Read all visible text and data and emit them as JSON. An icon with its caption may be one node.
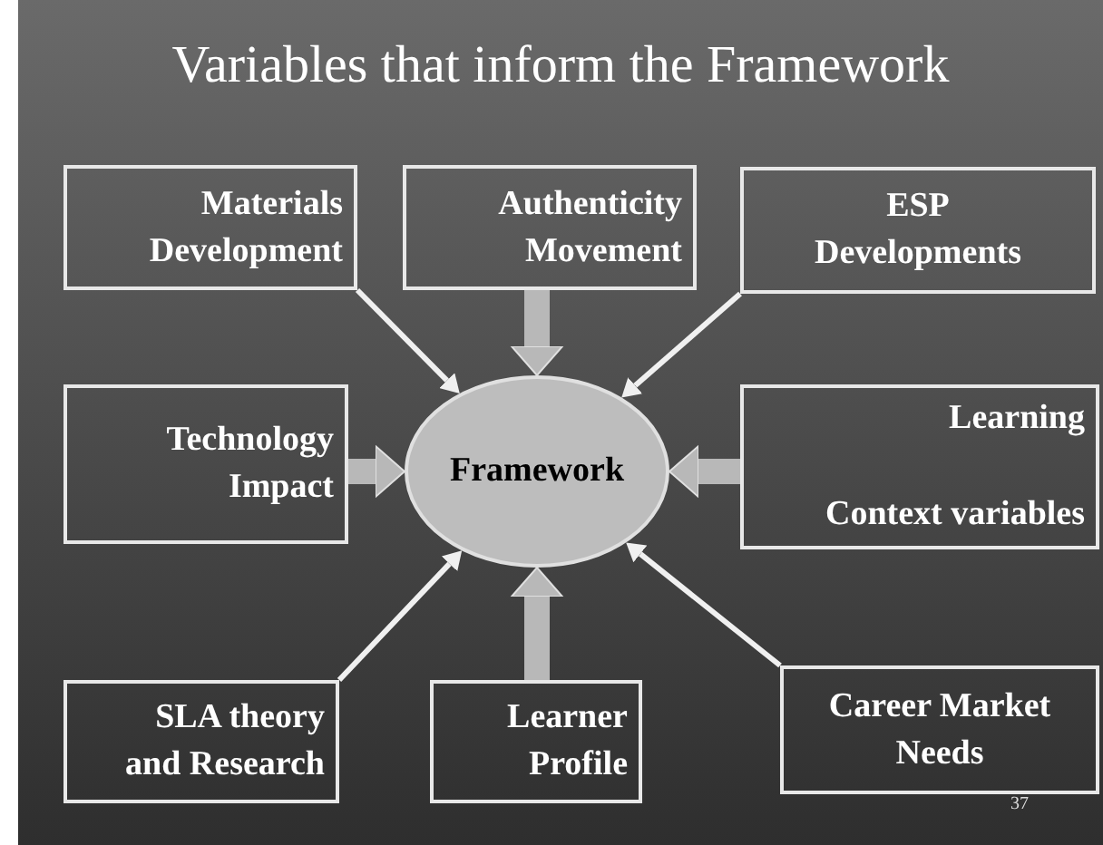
{
  "diagram": {
    "title": "Variables that inform the Framework",
    "nodes": [
      {
        "text": [
          "Materials Development"
        ]
      },
      {
        "text": [
          "Authenticity Movement"
        ]
      },
      {
        "text": [
          "ESP Developments"
        ]
      },
      {
        "text": [
          "Technology Impact"
        ]
      },
      {
        "text": [
          "Framework"
        ]
      },
      {
        "text": [
          "Learning",
          "Context variables"
        ]
      },
      {
        "text": [
          "SLA theory and Research"
        ]
      },
      {
        "text": [
          "Learner Profile"
        ]
      },
      {
        "text": [
          "Career Market Needs"
        ]
      }
    ],
    "edges": [
      {
        "from": 0,
        "to": 4,
        "arrow": "to"
      },
      {
        "from": 1,
        "to": 4,
        "arrow": "to",
        "style": "thick"
      },
      {
        "from": 2,
        "to": 4,
        "arrow": "to"
      },
      {
        "from": 3,
        "to": 4,
        "arrow": "to",
        "style": "thick"
      },
      {
        "from": 5,
        "to": 4,
        "arrow": "to",
        "style": "thick"
      },
      {
        "from": 6,
        "to": 4,
        "arrow": "to"
      },
      {
        "from": 7,
        "to": 4,
        "arrow": "to",
        "style": "thick"
      },
      {
        "from": 8,
        "to": 4,
        "arrow": "to"
      }
    ],
    "labels": [
      "37"
    ]
  }
}
